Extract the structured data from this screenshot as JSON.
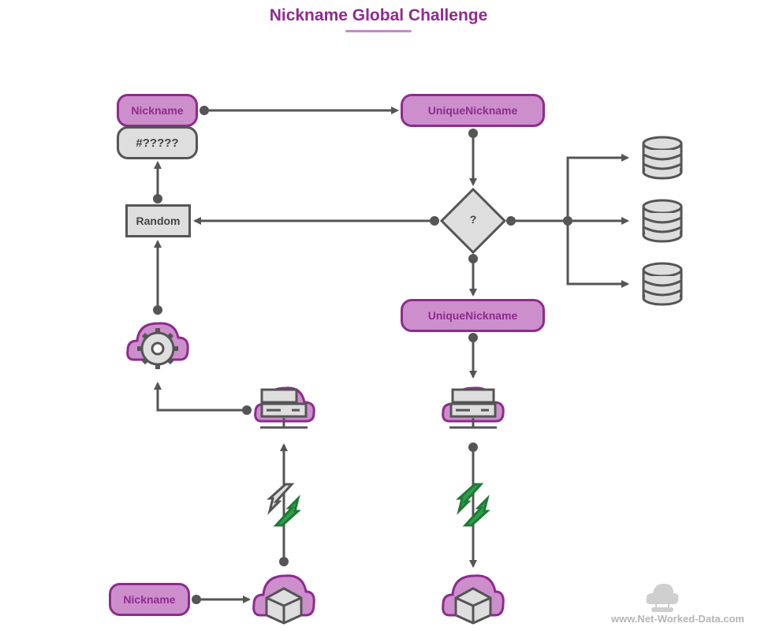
{
  "title": "Nickname Global Challenge",
  "nodes": {
    "nickname_top": "Nickname",
    "hash": "#?????",
    "unique_top": "UniqueNickname",
    "random": "Random",
    "decision": "?",
    "unique_mid": "UniqueNickname",
    "nickname_bottom": "Nickname"
  },
  "watermark": "www.Net-Worked-Data.com",
  "colors": {
    "purple_fill": "#cc8fcc",
    "purple_stroke": "#8e2b8e",
    "grey_fill": "#dedede",
    "grey_stroke": "#555555",
    "green": "#2e9e4a"
  },
  "icons": [
    "cloud-gear-icon",
    "server-cloud-icon",
    "client-cloud-icon",
    "database-icon",
    "sync-arrows-icon"
  ]
}
